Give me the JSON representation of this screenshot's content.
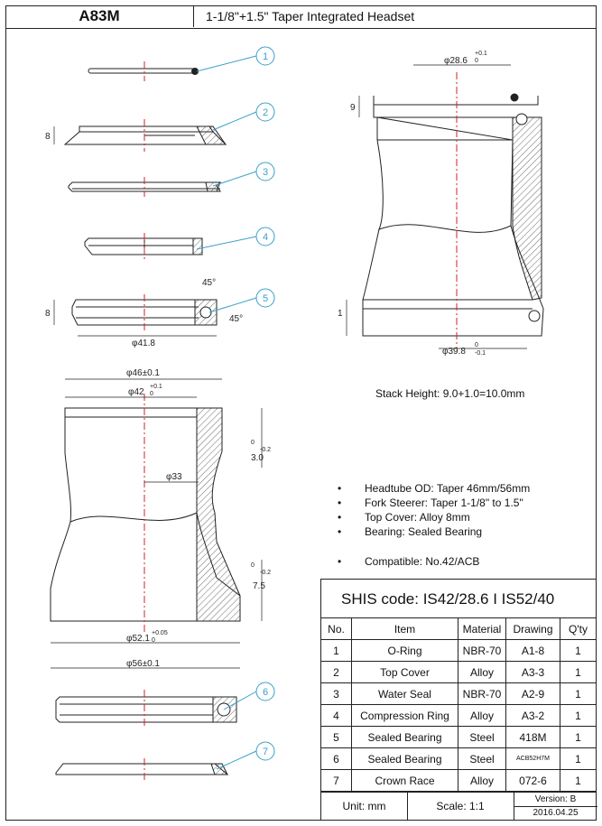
{
  "header": {
    "model": "A83M",
    "title": "1-1/8\"+1.5\" Taper Integrated Headset"
  },
  "callouts": [
    "1",
    "2",
    "3",
    "4",
    "5",
    "6",
    "7"
  ],
  "dims": {
    "top_cover_h": "8",
    "seal_h": "8",
    "angle1": "45°",
    "angle2": "45°",
    "bearing_d": "φ41.8",
    "cup_od": "φ46±0.1",
    "cup_id": "φ42",
    "cup_id_tol": "+0.1",
    "cup_id_tol2": "0",
    "depth1": "3.0",
    "depth1_tol": "0",
    "depth1_tol2": "-0.2",
    "inner": "φ33",
    "depth2": "7.5",
    "depth2_tol": "0",
    "depth2_tol2": "-0.2",
    "bottom_id": "φ52.1",
    "bottom_id_tol": "+0.05",
    "bottom_id_tol2": "0",
    "bottom_od": "φ56±0.1",
    "asm_top": "φ28.6",
    "asm_top_tol": "+0.1",
    "asm_top_tol2": "0",
    "asm_h": "9",
    "asm_small": "1",
    "asm_bot": "φ39.8",
    "asm_bot_tol": "0",
    "asm_bot_tol2": "-0.1"
  },
  "stack": "Stack Height: 9.0+1.0=10.0mm",
  "specs": [
    "Headtube OD: Taper 46mm/56mm",
    "Fork Steerer: Taper 1-1/8\" to 1.5\"",
    "Top Cover: Alloy 8mm",
    "Bearing: Sealed Bearing"
  ],
  "compat": "Compatible: No.42/ACB",
  "shis": "SHIS code: IS42/28.6 I IS52/40",
  "table": {
    "headers": [
      "No.",
      "Item",
      "Material",
      "Drawing",
      "Q'ty"
    ],
    "rows": [
      [
        "1",
        "O-Ring",
        "NBR-70",
        "A1-8",
        "1"
      ],
      [
        "2",
        "Top Cover",
        "Alloy",
        "A3-3",
        "1"
      ],
      [
        "3",
        "Water Seal",
        "NBR-70",
        "A2-9",
        "1"
      ],
      [
        "4",
        "Compression Ring",
        "Alloy",
        "A3-2",
        "1"
      ],
      [
        "5",
        "Sealed Bearing",
        "Steel",
        "418M",
        "1"
      ],
      [
        "6",
        "Sealed Bearing",
        "Steel",
        "ACB52H7M",
        "1"
      ],
      [
        "7",
        "Crown Race",
        "Alloy",
        "072-6",
        "1"
      ]
    ]
  },
  "footer": {
    "unit": "Unit: mm",
    "scale": "Scale: 1:1",
    "version": "Version: B",
    "date": "2016.04.25"
  },
  "colors": {
    "line": "#222222",
    "centerline": "#d0202a",
    "callout": "#3aa0c8",
    "hatch": "#444444"
  }
}
